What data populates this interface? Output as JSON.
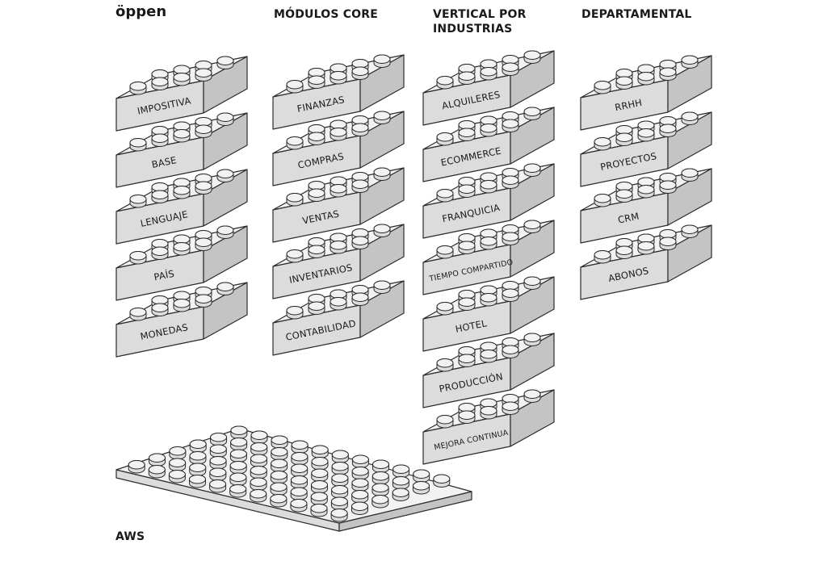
{
  "brand": "öppen",
  "columns": [
    {
      "heading_lines": [
        "MÓDULOS CORE"
      ],
      "id": "core",
      "bricks": [
        "FINANZAS",
        "COMPRAS",
        "VENTAS",
        "INVENTARIOS",
        "CONTABILIDAD"
      ]
    },
    {
      "heading_lines": [
        "VERTICAL POR",
        "INDUSTRIAS"
      ],
      "id": "vertical",
      "bricks": [
        "ALQUILERES",
        "ECOMMERCE",
        "FRANQUICIA",
        "TIEMPO COMPARTIDO",
        "HOTEL",
        "PRODUCCIÓN",
        "MEJORA CONTINUA"
      ]
    },
    {
      "heading_lines": [
        "DEPARTAMENTAL"
      ],
      "id": "departamental",
      "bricks": [
        "RRHH",
        "PROYECTOS",
        "CRM",
        "ABONOS"
      ]
    }
  ],
  "oppen_bricks": [
    "IMPOSITIVA",
    "BASE",
    "LENGUAJE",
    "PAÍS",
    "MONEDAS"
  ],
  "base_plate_label": "AWS",
  "colors": {
    "brick_top": "#f2f2f2",
    "brick_front": "#dcdcdc",
    "brick_side": "#c4c4c4",
    "stroke": "#2b2b2b",
    "text": "#1a1a1a"
  }
}
